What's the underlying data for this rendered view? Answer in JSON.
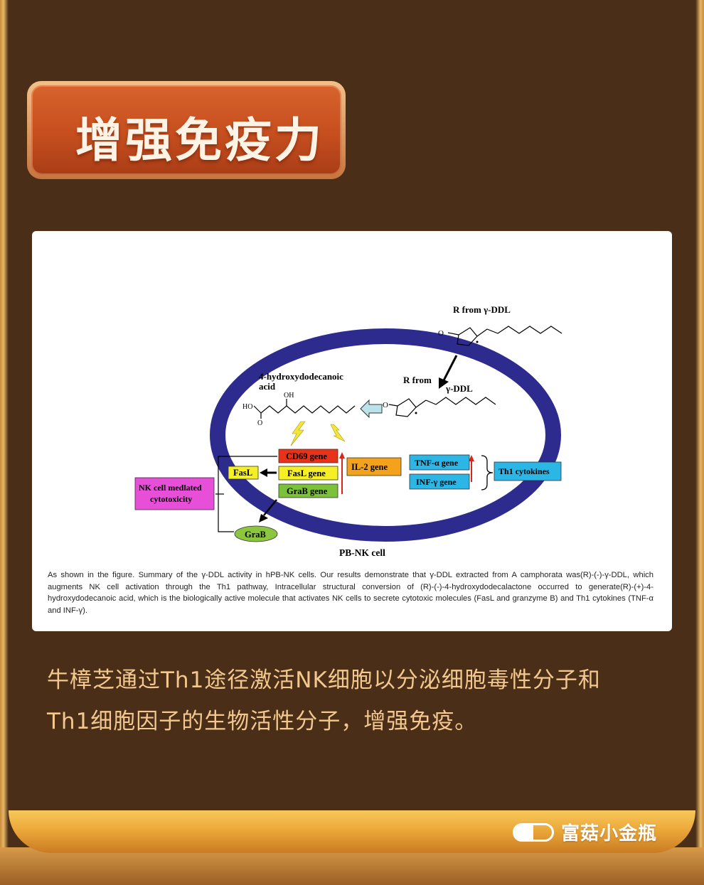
{
  "heading": "增强免疫力",
  "diagram": {
    "r_from_top": "R from  γ-DDL",
    "acid_label_1": "4-hydroxydodecanoic",
    "acid_label_2": "acid",
    "r_from_inner": "R from",
    "gamma_ddl": "γ-DDL",
    "oh": "OH",
    "ho": "HO",
    "o_bottom": "O",
    "o_ring1": "O",
    "o_ring2": "O",
    "cd69": "CD69 gene",
    "fasl_gene": "FasL gene",
    "grab_gene": "GraB gene",
    "fasl": "FasL",
    "il2": "IL-2 gene",
    "tnf": "TNF-α gene",
    "inf": "INF-γ gene",
    "th1": "Th1 cytokines",
    "nk1": "NK cell medlated",
    "nk2": "cytotoxicity",
    "grab": "GraB",
    "pbnk": "PB-NK cell"
  },
  "caption": "As shown in the figure. Summary of the γ-DDL activity in hPB-NK cells. Our results demonstrate that γ-DDL extracted from A camphorata was(R)-(-)-γ-DDL, which augments NK cell activation through the Th1 pathway, Intracellular structural conversion of (R)-(-)-4-hydroxydodecalactone occurred to generate(R)-(+)-4-hydroxydodecanoic acid, which is the biologically active molecule that activates NK cells to secrete cytotoxic molecules (FasL and granzyme B) and Th1 cytokines (TNF-α and INF-γ).",
  "body_line1": "牛樟芝通过Th1途径激活NK细胞以分泌细胞毒性分子和",
  "body_line2": "Th1细胞因子的生物活性分子，增强免疫。",
  "brand": "富菇小金瓶",
  "colors": {
    "background": "#4b2e18",
    "banner": "#c64e1f",
    "text_gold": "#f2c88f",
    "ellipse": "#2b2b8f"
  }
}
